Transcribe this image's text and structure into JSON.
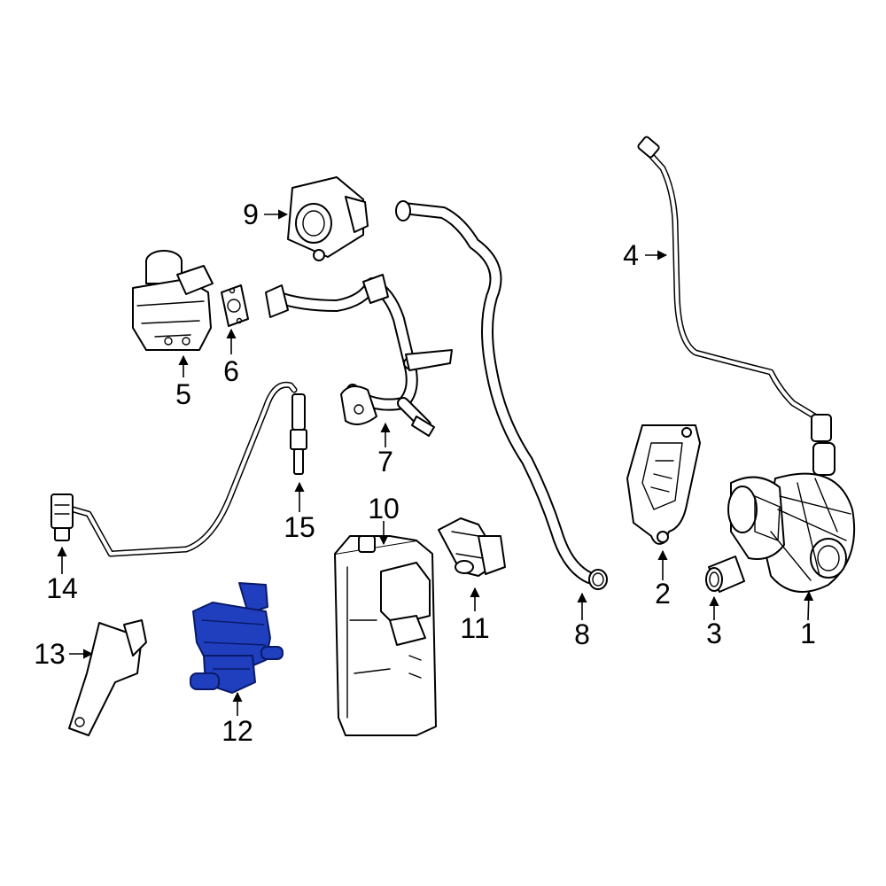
{
  "diagram": {
    "highlight_color": "#1f3fbf",
    "callouts": [
      {
        "id": "1",
        "label": "1"
      },
      {
        "id": "2",
        "label": "2"
      },
      {
        "id": "3",
        "label": "3"
      },
      {
        "id": "4",
        "label": "4"
      },
      {
        "id": "5",
        "label": "5"
      },
      {
        "id": "6",
        "label": "6"
      },
      {
        "id": "7",
        "label": "7"
      },
      {
        "id": "8",
        "label": "8"
      },
      {
        "id": "9",
        "label": "9"
      },
      {
        "id": "10",
        "label": "10"
      },
      {
        "id": "11",
        "label": "11"
      },
      {
        "id": "12",
        "label": "12"
      },
      {
        "id": "13",
        "label": "13"
      },
      {
        "id": "14",
        "label": "14"
      },
      {
        "id": "15",
        "label": "15"
      }
    ],
    "highlighted_part": "12"
  }
}
